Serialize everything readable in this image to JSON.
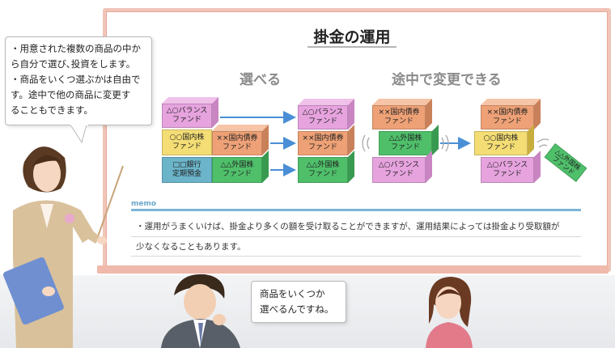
{
  "title": "掛金の運用",
  "headings": {
    "left": "選べる",
    "right": "途中で変更できる"
  },
  "boxes": {
    "l_balance": "△○バランス\nファンド",
    "l_domestic_stock": "○○国内株\nファンド",
    "l_domestic_bond": "××国内債券\nファンド",
    "l_deposit": "□□銀行\n定期預金",
    "l_foreign_stock": "△△外国株\nファンド",
    "m_balance": "△○バランス\nファンド",
    "m_domestic_bond": "××国内債券\nファンド",
    "m_foreign_stock": "△△外国株\nファンド",
    "r1_domestic_bond": "××国内債券\nファンド",
    "r1_foreign_stock": "△△外国株\nファンド",
    "r1_balance": "△○バランス\nファンド",
    "r2_domestic_bond": "××国内債券\nファンド",
    "r2_domestic_stock": "○○国内株\nファンド",
    "r2_balance": "△○バランス\nファンド",
    "r2_ejected": "△△外国株\nファンド"
  },
  "memo": {
    "label": "memo",
    "line1": "・運用がうまくいけば、掛金より多くの額を受け取ることができますが、運用結果によっては掛金より受取額が",
    "line2": "少なくなることもあります。"
  },
  "teacher_bubble": {
    "p1_l1": "・用意された複数の商品の中か",
    "p1_l2": "ら自分で選び､投資をします。",
    "p2_l1": "・商品をいくつ選ぶかは自由で",
    "p2_l2": "す。途中で他の商品に変更す",
    "p2_l3": "ることもできます。"
  },
  "man_bubble": {
    "l1": "商品をいくつか",
    "l2": "選べるんですね。"
  },
  "colors": {
    "pink": "#e6a3de",
    "green": "#4fbf6a",
    "orange": "#eea176",
    "yellow": "#f3dd74",
    "teal": "#6bb4c9",
    "arrow": "#4a8fd6",
    "board_frame": "#f1c4b8"
  }
}
